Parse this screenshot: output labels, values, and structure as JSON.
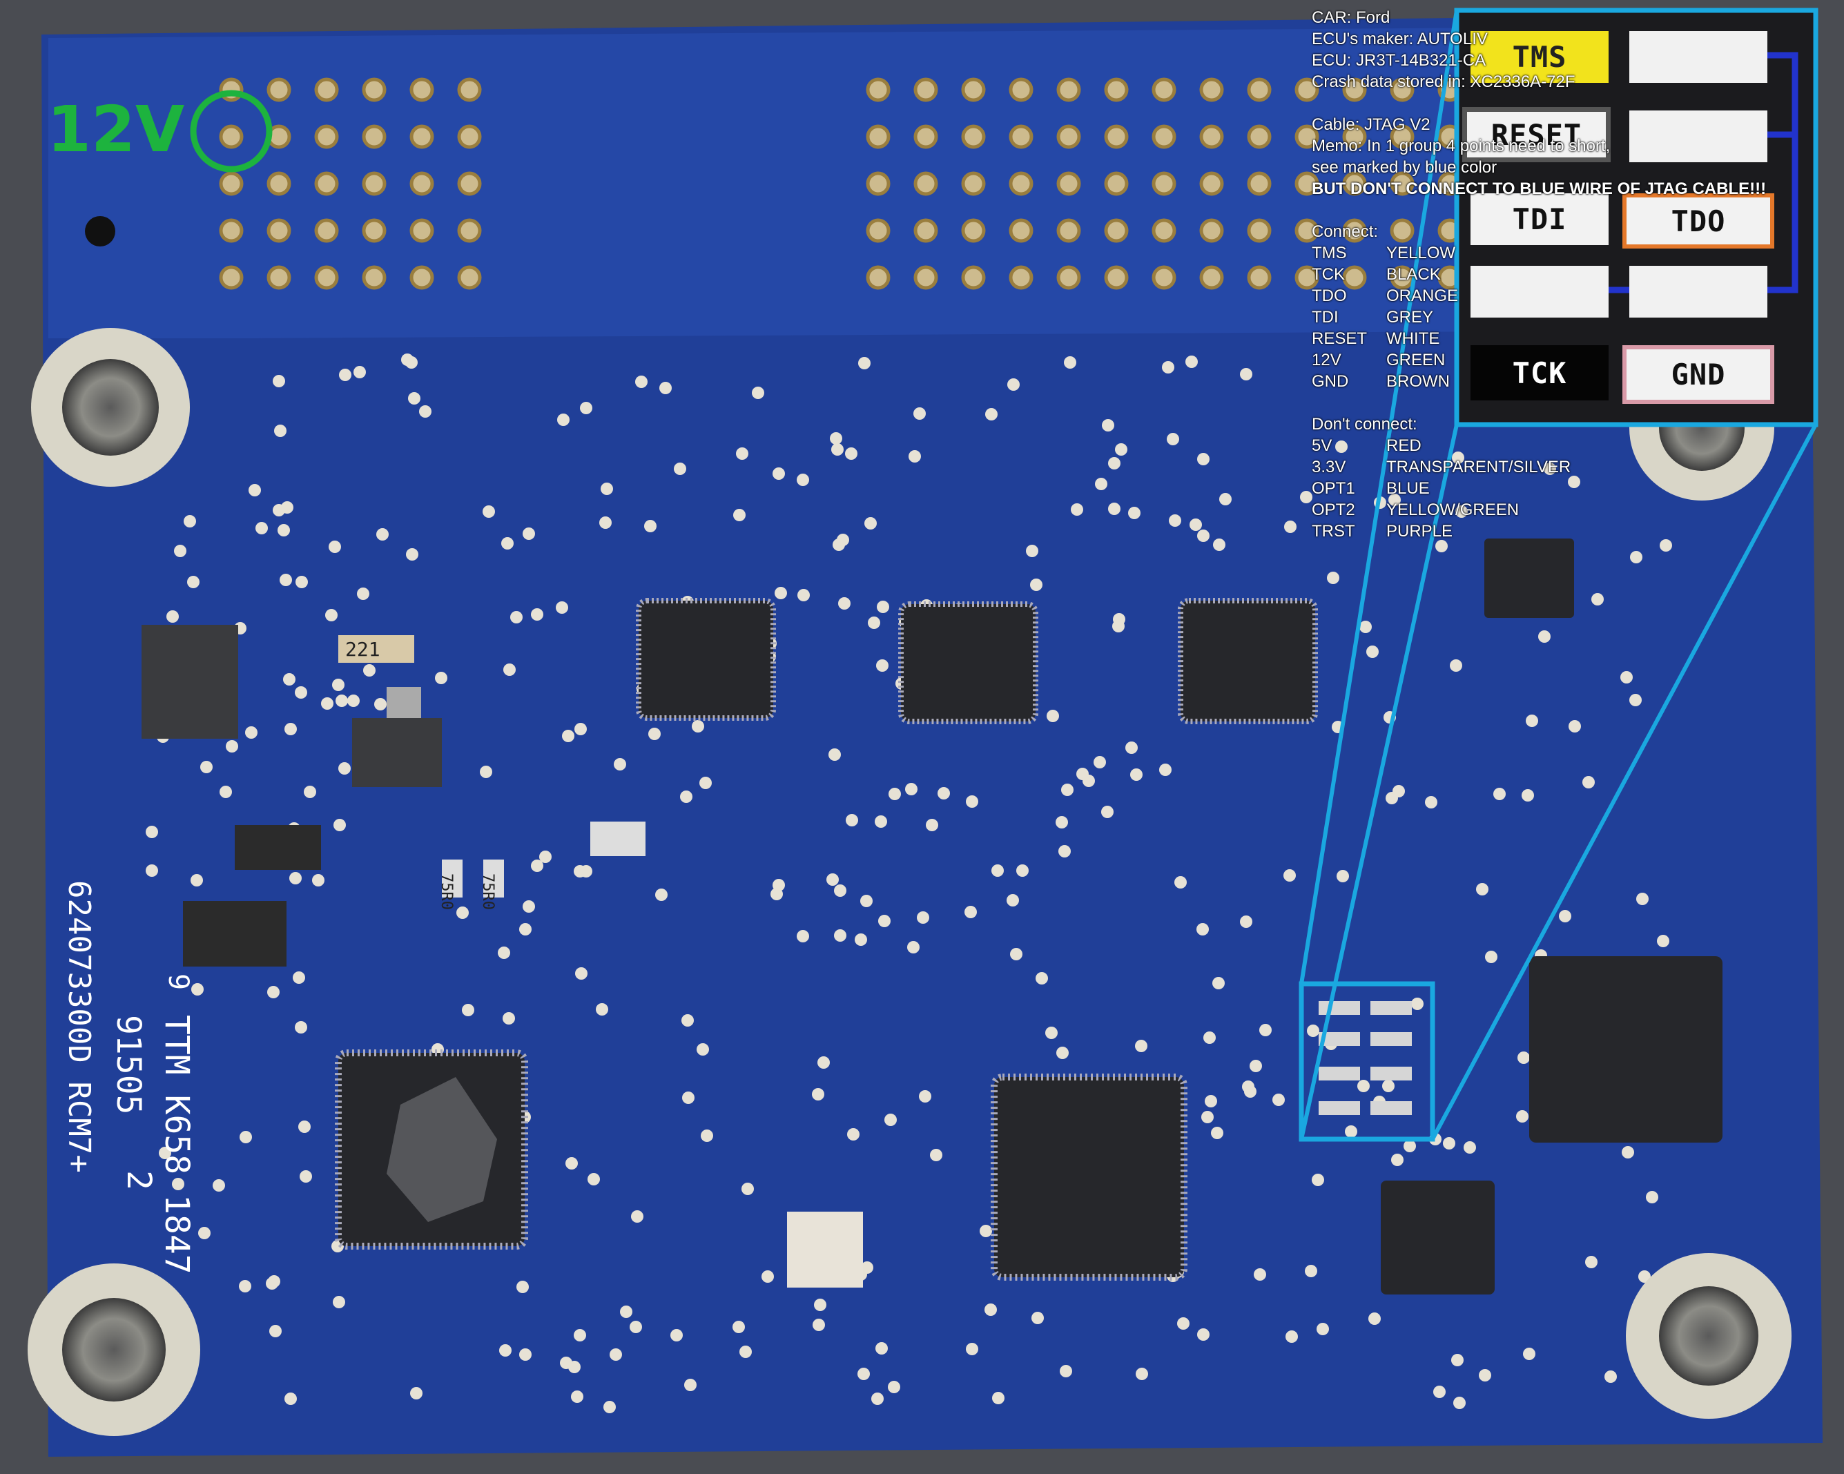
{
  "overlay": {
    "label_12v": "12V",
    "lines": [
      {
        "text": "CAR: Ford"
      },
      {
        "text": "ECU's maker: AUTOLIV"
      },
      {
        "text": "ECU: JR3T-14B321-CA"
      },
      {
        "text": "Crash data stored in: XC2336A-72F"
      },
      {
        "gap": true
      },
      {
        "text": "Cable: JTAG V2"
      },
      {
        "text": "Memo: In 1 group 4 points need to short,"
      },
      {
        "text": "see marked by blue color"
      },
      {
        "text": "BUT DON'T CONNECT TO BLUE WIRE OF JTAG CABLE!!!",
        "warn": true
      },
      {
        "gap": true
      },
      {
        "text": "Connect:"
      },
      {
        "key": "TMS",
        "val": "YELLOW"
      },
      {
        "key": "TCK",
        "val": "BLACK"
      },
      {
        "key": "TDO",
        "val": "ORANGE"
      },
      {
        "key": "TDI",
        "val": "GREY"
      },
      {
        "key": "RESET",
        "val": "WHITE"
      },
      {
        "key": "12V",
        "val": "GREEN"
      },
      {
        "key": "GND",
        "val": "BROWN"
      },
      {
        "gap": true
      },
      {
        "text": "Don't connect:"
      },
      {
        "key": "5V",
        "val": "RED"
      },
      {
        "key": "3.3V",
        "val": "TRANSPARENT/SILVER"
      },
      {
        "key": "OPT1",
        "val": "BLUE"
      },
      {
        "key": "OPT2",
        "val": "YELLOW/GREEN"
      },
      {
        "key": "TRST",
        "val": "PURPLE"
      }
    ]
  },
  "pins": {
    "tms": "TMS",
    "reset": "RESET",
    "tdi": "TDI",
    "tdo": "TDO",
    "tck": "TCK",
    "gnd": "GND"
  },
  "board": {
    "silk_1": "624073300D RCM7+",
    "silk_2": "91505",
    "silk_3": "TTM K658 1847",
    "silk_4": "2",
    "silk_5": "9",
    "res_221": "221",
    "res_75r0a": "75R0",
    "res_75r0b": "75R0"
  },
  "colors": {
    "pcb": "#1f3f96",
    "highlight": "#1aa8e0",
    "short_marks": "#2233cc",
    "label_12v": "#1db33e"
  }
}
